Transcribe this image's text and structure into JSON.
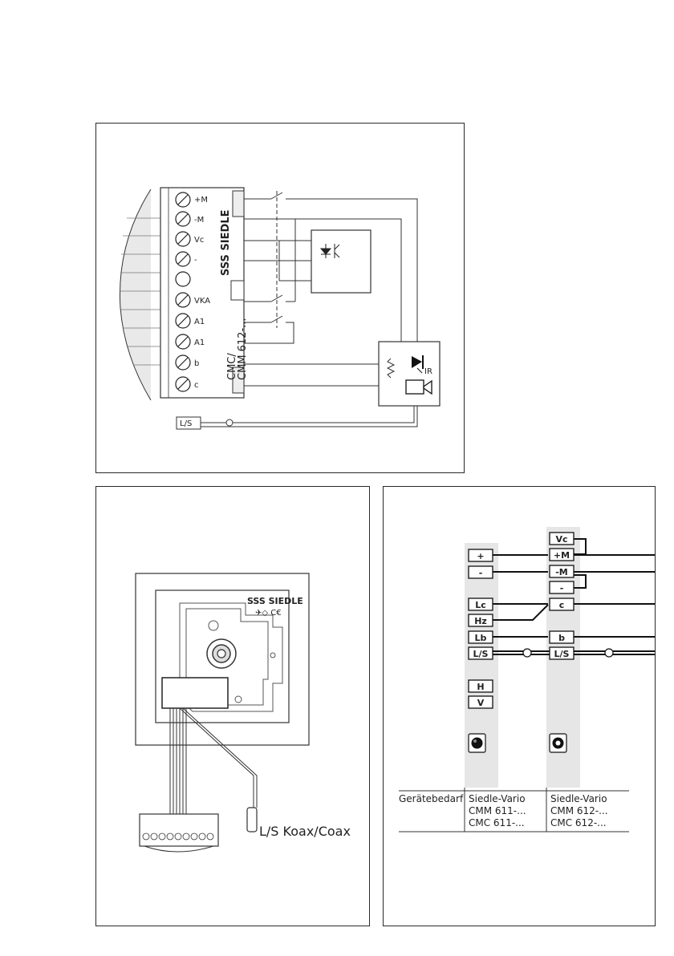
{
  "panel_wiring": {
    "terminals": [
      "+M",
      "-M",
      "Vc",
      "-",
      "",
      "VKA",
      "A1",
      "A1",
      "b",
      "c"
    ],
    "brand": "SSS SIEDLE",
    "model_line1": "CMC/",
    "model_line2": "CMM 612-...",
    "ir_label": "IR",
    "ls_label": "L/S"
  },
  "panel_device": {
    "brand": "SSS SIEDLE",
    "coax_label": "L/S Koax/Coax"
  },
  "panel_table": {
    "left_column": [
      "+",
      "-",
      "Lc",
      "Hz",
      "Lb",
      "L/S",
      "H",
      "V"
    ],
    "right_column": [
      "Vc",
      "+M",
      "-M",
      "-",
      "c",
      "b",
      "L/S"
    ],
    "footer_label": "Gerätebedarf",
    "left_device": [
      "Siedle-Vario",
      "CMM 611-...",
      "CMC 611-..."
    ],
    "right_device": [
      "Siedle-Vario",
      "CMM 612-...",
      "CMC 612-..."
    ]
  }
}
